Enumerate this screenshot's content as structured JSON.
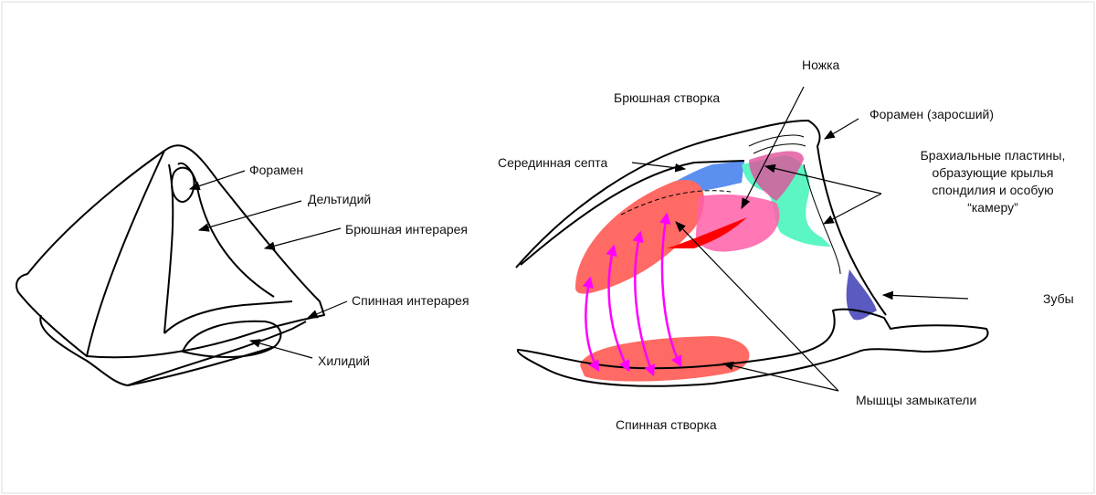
{
  "left_diagram": {
    "labels": {
      "foramen": "Форамен",
      "deltidium": "Дельтидий",
      "ventral_interarea": "Брюшная интерарея",
      "dorsal_interarea": "Спинная интерарея",
      "chilidium": "Хилидий"
    }
  },
  "right_diagram": {
    "labels": {
      "pedicle": "Ножка",
      "ventral_valve": "Брюшная створка",
      "foramen_closed": "Форамен (заросший)",
      "median_septum": "Серединная септа",
      "brachial_plates_1": "Брахиальные пластины,",
      "brachial_plates_2": "образующие крылья",
      "brachial_plates_3": "спондилия и особую",
      "brachial_plates_4": "“камеру”",
      "teeth": "Зубы",
      "adductor_muscles": "Мышцы замыкатели",
      "dorsal_valve": "Спинная створка"
    },
    "colors": {
      "septum": "#5b8ff0",
      "muscles": "#ff6a64",
      "pedicle": "#ff5fa8",
      "pedicle_tip": "#ff0000",
      "brachial_plates": "#5cf5c4",
      "teeth": "#5a5ac0",
      "muscle_arrows": "#ff00ff"
    }
  }
}
